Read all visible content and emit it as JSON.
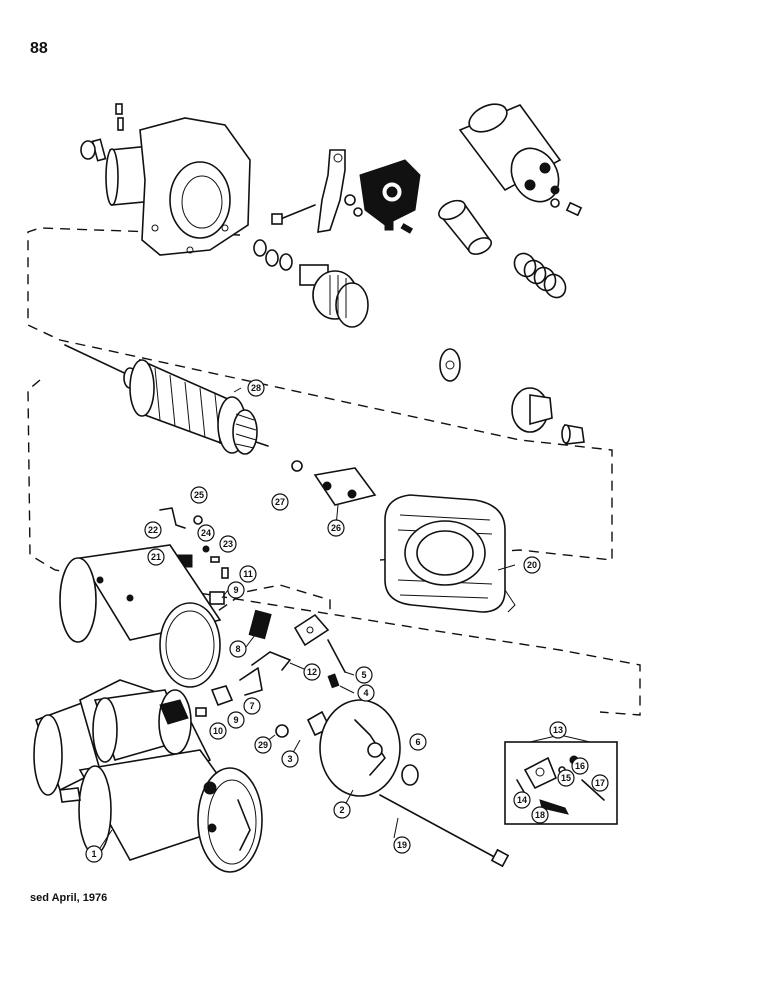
{
  "page": {
    "number": "88",
    "footer": "sed April, 1976"
  },
  "callouts": [
    {
      "id": "1",
      "label": "1"
    },
    {
      "id": "2",
      "label": "2"
    },
    {
      "id": "3",
      "label": "3"
    },
    {
      "id": "4",
      "label": "4"
    },
    {
      "id": "5",
      "label": "5"
    },
    {
      "id": "6",
      "label": "6"
    },
    {
      "id": "7",
      "label": "7"
    },
    {
      "id": "8",
      "label": "8"
    },
    {
      "id": "9a",
      "label": "9"
    },
    {
      "id": "9b",
      "label": "9"
    },
    {
      "id": "10",
      "label": "10"
    },
    {
      "id": "11",
      "label": "11"
    },
    {
      "id": "12",
      "label": "12"
    },
    {
      "id": "13",
      "label": "13"
    },
    {
      "id": "14",
      "label": "14"
    },
    {
      "id": "15",
      "label": "15"
    },
    {
      "id": "16",
      "label": "16"
    },
    {
      "id": "17",
      "label": "17"
    },
    {
      "id": "18",
      "label": "18"
    },
    {
      "id": "19",
      "label": "19"
    },
    {
      "id": "20",
      "label": "20"
    },
    {
      "id": "21",
      "label": "21"
    },
    {
      "id": "22",
      "label": "22"
    },
    {
      "id": "23",
      "label": "23"
    },
    {
      "id": "24",
      "label": "24"
    },
    {
      "id": "25",
      "label": "25"
    },
    {
      "id": "26",
      "label": "26"
    },
    {
      "id": "27",
      "label": "27"
    },
    {
      "id": "28",
      "label": "28"
    },
    {
      "id": "29",
      "label": "29"
    }
  ]
}
